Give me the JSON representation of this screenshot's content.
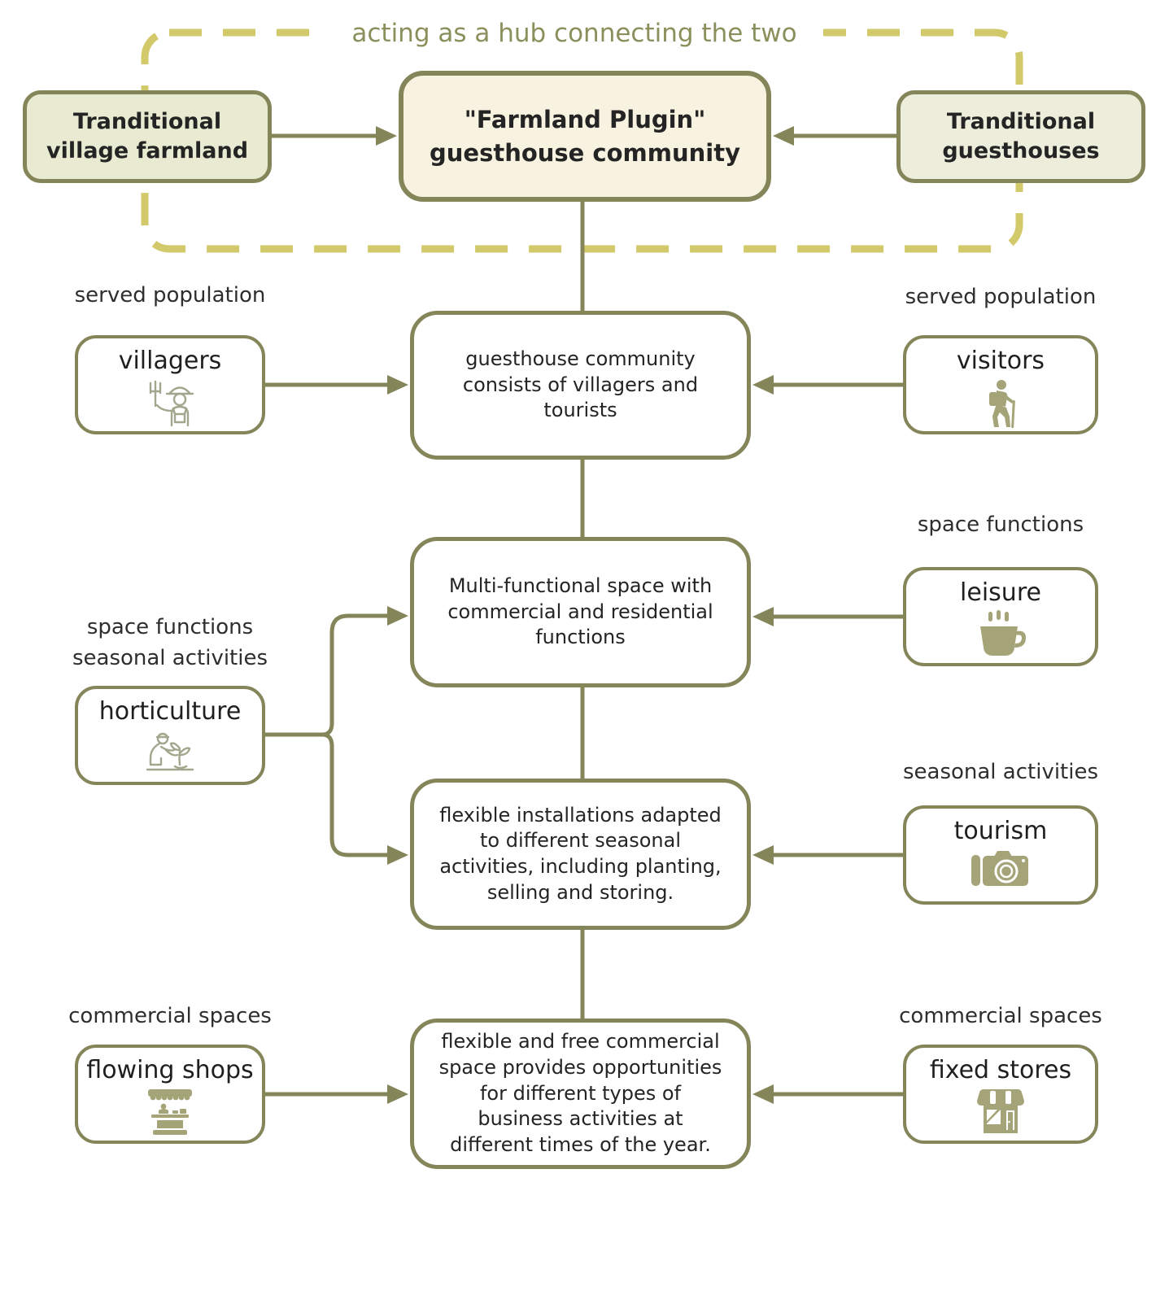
{
  "title": "acting as a hub connecting the two",
  "top": {
    "left": "Tranditional village farmland",
    "center": "\"Farmland Plugin\" guesthouse community",
    "right": "Tranditional guesthouses"
  },
  "population": {
    "left_label": "served population",
    "left_item": "villagers",
    "left_icon": "farmer-icon",
    "center": "guesthouse community consists of villagers and tourists",
    "right_label": "served population",
    "right_item": "visitors",
    "right_icon": "hiker-icon"
  },
  "space": {
    "center": "Multi-functional space with commercial and residential functions",
    "right_label": "space functions",
    "right_item": "leisure",
    "right_icon": "coffee-cup-icon"
  },
  "horticulture": {
    "label_line1": "space functions",
    "label_line2": "seasonal activities",
    "item": "horticulture",
    "icon": "gardener-icon"
  },
  "seasonal": {
    "center": "flexible installations adapted to different seasonal activities, including planting, selling and storing.",
    "right_label": "seasonal activities",
    "right_item": "tourism",
    "right_icon": "camera-icon"
  },
  "commercial": {
    "left_label": "commercial spaces",
    "left_item": "flowing shops",
    "left_icon": "market-stall-icon",
    "center": "flexible and free commercial space provides opportunities for different types of business activities at different times of the year.",
    "right_label": "commercial spaces",
    "right_item": "fixed stores",
    "right_icon": "storefront-icon"
  },
  "colors": {
    "olive_line": "#85855a",
    "dashed_frame": "#d2c96b",
    "title_text": "#8b8f5c",
    "hub_fill": "#f7f3e0",
    "side_fill_left": "#e8ebd1",
    "side_fill_right": "#eceddb",
    "icon_olive": "#a5a478",
    "text_dark": "#242424"
  }
}
